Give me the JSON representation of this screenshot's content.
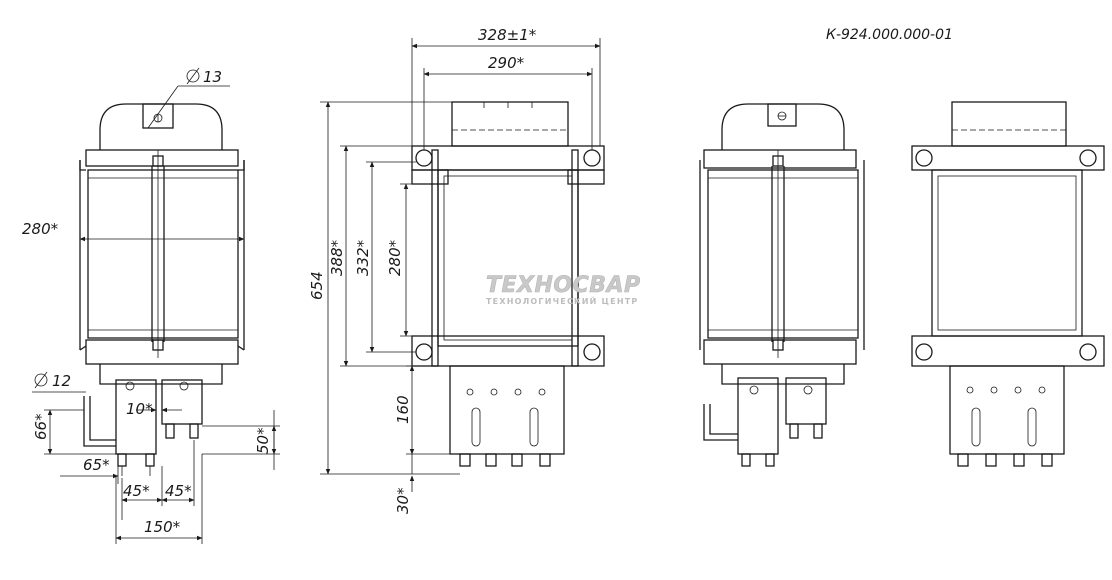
{
  "drawing_code": "К-924.000.000-01",
  "watermark": {
    "name": "ТЕХНОСВАР",
    "subtitle": "ТЕХНОЛОГИЧЕСКИЙ ЦЕНТР"
  },
  "dimensions": {
    "hole_diameter_top": "13",
    "hole_diameter_terminal": "12",
    "side_width": "280*",
    "overall_width": "328±1*",
    "mount_width": "290*",
    "overall_height": "654",
    "frame_height": "388*",
    "mount_height": "332*",
    "core_height": "280*",
    "terminal_height": "160",
    "terminal_offset": "30*",
    "dim_66": "66*",
    "dim_10": "10*",
    "dim_50": "50*",
    "dim_65": "65*",
    "dim_45a": "45*",
    "dim_45b": "45*",
    "dim_150": "150*"
  }
}
